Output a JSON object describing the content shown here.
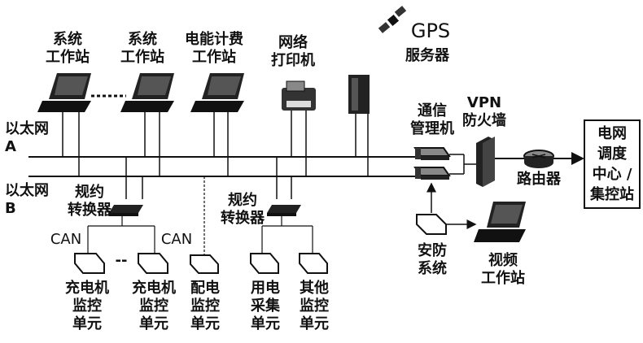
{
  "labels": {
    "ws1": "系统\n工作站",
    "ws2": "系统\n工作站",
    "billing": "电能计费\n工作站",
    "printer": "网络\n打印机",
    "gps": "GPS",
    "gps_server": "服务器",
    "eth_a": "以太网\nA",
    "eth_b": "以太网\nB",
    "conv1": "规约\n转换器",
    "conv2": "规约\n转换器",
    "can1": "CAN",
    "can2": "CAN",
    "comm": "通信\n管理机",
    "vpn": "VPN\n防火墙",
    "router": "路由器",
    "grid": "电网\n调度\n中心 /\n集控站",
    "security": "安防\n系统",
    "video": "视频\n工作站",
    "charger1": "充电机\n监控\n单元",
    "charger2": "充电机\n监控\n单元",
    "distribution": "配电\n监控\n单元",
    "metering": "用电\n采集\n单元",
    "other": "其他\n监控\n单元",
    "dots": "--"
  }
}
